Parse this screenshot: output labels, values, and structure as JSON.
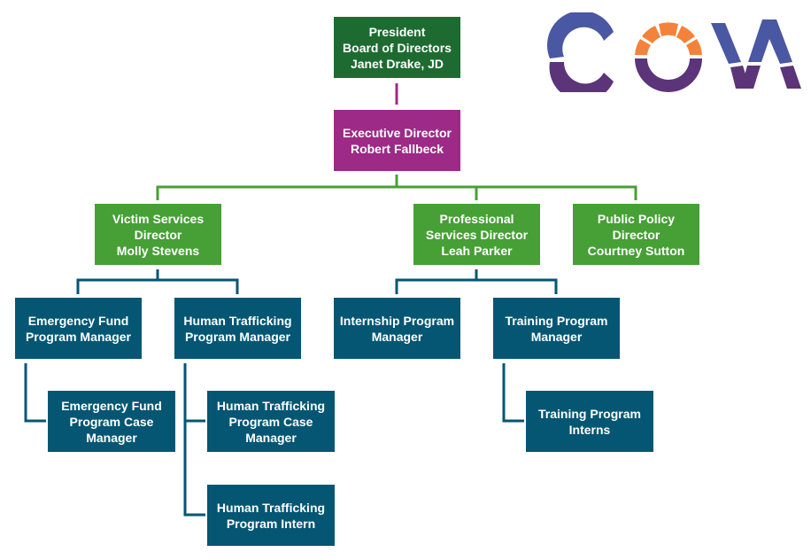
{
  "logo": {
    "text": "COVA",
    "colors": {
      "blue": "#4a57a2",
      "purple": "#5b3479",
      "orange": "#f5823a"
    }
  },
  "colors": {
    "board": "#1e6b32",
    "executive": "#9c2a86",
    "director": "#46a035",
    "program": "#045673"
  },
  "nodes": {
    "president": "President\nBoard of Directors\nJanet Drake, JD",
    "executive": "Executive Director\nRobert Fallbeck",
    "victim_services": "Victim Services\nDirector\nMolly Stevens",
    "professional_services": "Professional\nServices Director\nLeah Parker",
    "public_policy": "Public Policy\nDirector\nCourtney Sutton",
    "emergency_fund_manager": "Emergency Fund\nProgram Manager",
    "human_trafficking_manager": "Human Trafficking\nProgram Manager",
    "internship_manager": "Internship Program\nManager",
    "training_manager": "Training Program\nManager",
    "emergency_fund_case_manager": "Emergency Fund\nProgram Case\nManager",
    "human_trafficking_case_manager": "Human Trafficking\nProgram Case\nManager",
    "human_trafficking_intern": "Human Trafficking\nProgram Intern",
    "training_interns": "Training Program\nInterns"
  }
}
